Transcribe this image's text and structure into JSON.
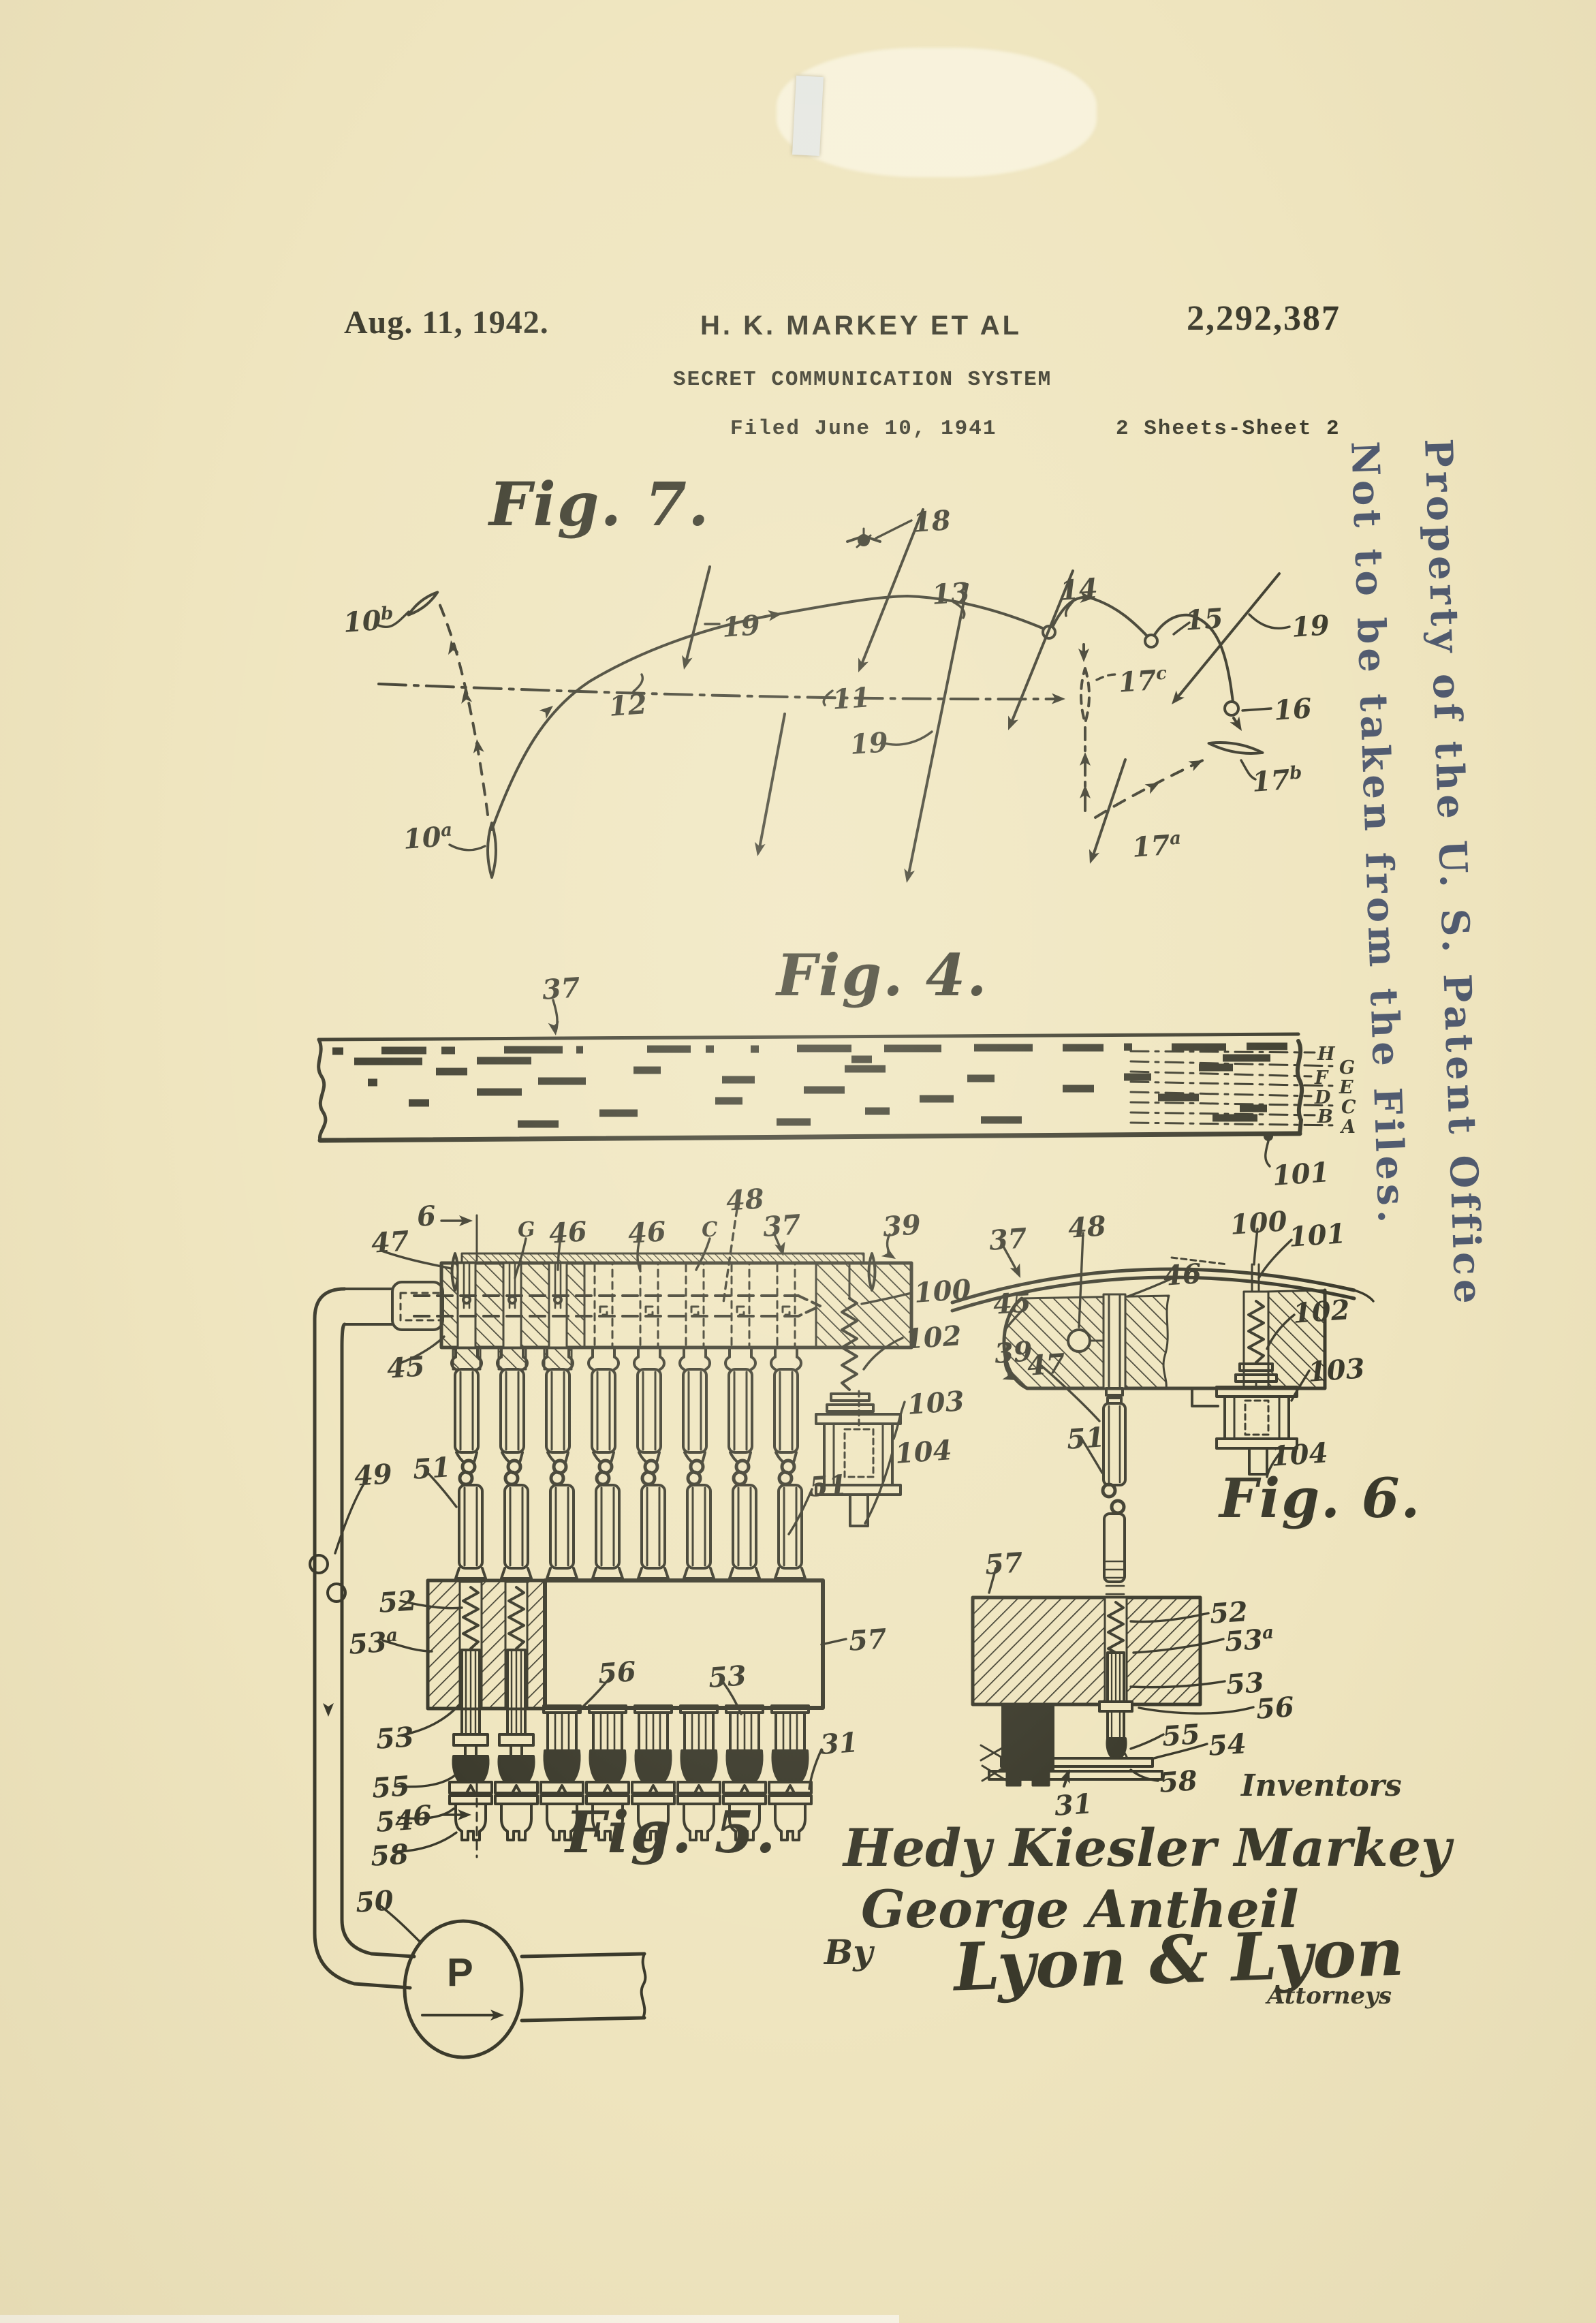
{
  "page": {
    "bg": "#efe5bf",
    "ink": "#3a392b",
    "stamp_color": "#44506a"
  },
  "header": {
    "date": "Aug. 11, 1942.",
    "inventor_line": "H. K. MARKEY ET AL",
    "patent_number": "2,292,387",
    "title": "SECRET COMMUNICATION SYSTEM",
    "filed": "Filed June 10, 1941",
    "sheet": "2 Sheets-Sheet 2"
  },
  "stamp": {
    "line1": "Property of the U. S. Patent Office",
    "line2": "Not to be taken from the Files."
  },
  "figures": {
    "fig7": {
      "title": "Fig. 7.",
      "refs": {
        "n10a": {
          "base": "10",
          "sup": "a"
        },
        "n10b": {
          "base": "10",
          "sup": "b"
        },
        "n11": "11",
        "n12": "12",
        "n13": "13",
        "n14": "14",
        "n15": "15",
        "n16": "16",
        "n18": "18",
        "n19": "19",
        "n17a": {
          "base": "17",
          "sup": "a"
        },
        "n17b": {
          "base": "17",
          "sup": "b"
        },
        "n17c": {
          "base": "17",
          "sup": "c"
        }
      }
    },
    "fig4": {
      "title": "Fig. 4.",
      "refs": {
        "n37": "37",
        "n101": "101"
      },
      "track_letters": [
        "H",
        "G",
        "F",
        "E",
        "D",
        "C",
        "B",
        "A"
      ]
    },
    "fig5": {
      "title": "Fig. 5.",
      "refs": {
        "n6": "6",
        "n31": "31",
        "n37": "37",
        "n39": "39",
        "n45": "45",
        "n46": "46",
        "n47": "47",
        "n48": "48",
        "n49": "49",
        "n50": "50",
        "n51": "51",
        "n52": "52",
        "n53": "53",
        "n53a": {
          "base": "53",
          "sup": "a"
        },
        "n54": "54",
        "n55": "55",
        "n56": "56",
        "n57": "57",
        "n58": "58",
        "n100": "100",
        "n102": "102",
        "n103": "103",
        "n104": "104",
        "nG": "G",
        "nC": "C",
        "pump": "P"
      }
    },
    "fig6": {
      "title": "Fig. 6.",
      "refs": {
        "n31": "31",
        "n37": "37",
        "n39": "39",
        "n45": "45",
        "n46": "46",
        "n47": "47",
        "n48": "48",
        "n51": "51",
        "n52": "52",
        "n53": "53",
        "n53a": {
          "base": "53",
          "sup": "a"
        },
        "n54": "54",
        "n55": "55",
        "n56": "56",
        "n57": "57",
        "n58": "58",
        "n100": "100",
        "n101": "101",
        "n102": "102",
        "n103": "103",
        "n104": "104"
      }
    }
  },
  "signatures": {
    "inventors_label": "Inventors",
    "inventor_1": "Hedy Kiesler Markey",
    "inventor_2": "George Antheil",
    "by_label": "By",
    "firm_signature": "Lyon & Lyon",
    "attorneys_label": "Attorneys"
  }
}
